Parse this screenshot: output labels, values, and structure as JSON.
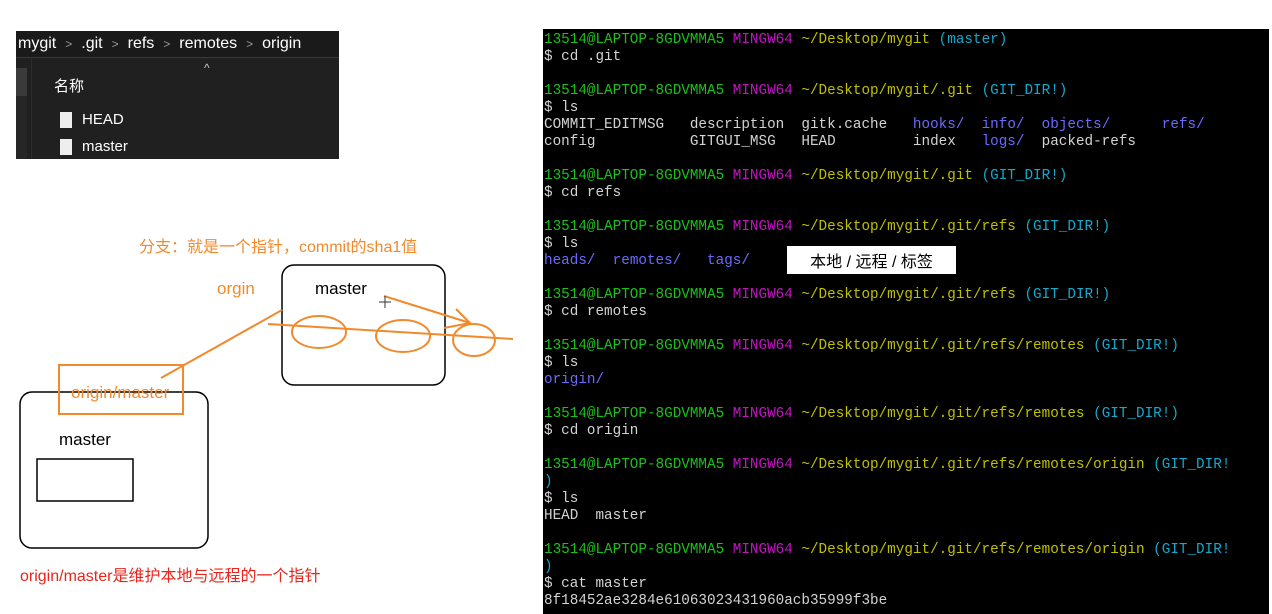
{
  "explorer": {
    "breadcrumb": [
      "mygit",
      ".git",
      "refs",
      "remotes",
      "origin"
    ],
    "column_header": "名称",
    "files": [
      "HEAD",
      "master"
    ]
  },
  "diagram": {
    "branch_note": "分支：就是一个指针，commit的sha1值",
    "orgin_label": "orgin",
    "remote_box_label": "master",
    "origin_master_label": "origin/master",
    "local_box_label": "master",
    "bottom_note": "origin/master是维护本地与远程的一个指针"
  },
  "terminal": {
    "colors": {
      "user": "#19c119",
      "mingw": "#c214c2",
      "path": "#c0c000",
      "branch": "#14a9cc",
      "dir": "#6a6aff",
      "text": "#d3d3d3"
    },
    "lines": [
      [
        {
          "t": "13514@LAPTOP-8GDVMMA5 ",
          "c": "user"
        },
        {
          "t": "MINGW64 ",
          "c": "mingw"
        },
        {
          "t": "~/Desktop/mygit ",
          "c": "path"
        },
        {
          "t": "(master)",
          "c": "branch"
        }
      ],
      [
        {
          "t": "$ cd .git",
          "c": "text"
        }
      ],
      [],
      [
        {
          "t": "13514@LAPTOP-8GDVMMA5 ",
          "c": "user"
        },
        {
          "t": "MINGW64 ",
          "c": "mingw"
        },
        {
          "t": "~/Desktop/mygit/.git ",
          "c": "path"
        },
        {
          "t": "(GIT_DIR!)",
          "c": "branch"
        }
      ],
      [
        {
          "t": "$ ls",
          "c": "text"
        }
      ],
      [
        {
          "t": "COMMIT_EDITMSG   description  gitk.cache   ",
          "c": "text"
        },
        {
          "t": "hooks/",
          "c": "dir"
        },
        {
          "t": "  ",
          "c": "text"
        },
        {
          "t": "info/",
          "c": "dir"
        },
        {
          "t": "  ",
          "c": "text"
        },
        {
          "t": "objects/",
          "c": "dir"
        },
        {
          "t": "      ",
          "c": "text"
        },
        {
          "t": "refs/",
          "c": "dir"
        }
      ],
      [
        {
          "t": "config           GITGUI_MSG   HEAD         index   ",
          "c": "text"
        },
        {
          "t": "logs/",
          "c": "dir"
        },
        {
          "t": "  packed-refs",
          "c": "text"
        }
      ],
      [],
      [
        {
          "t": "13514@LAPTOP-8GDVMMA5 ",
          "c": "user"
        },
        {
          "t": "MINGW64 ",
          "c": "mingw"
        },
        {
          "t": "~/Desktop/mygit/.git ",
          "c": "path"
        },
        {
          "t": "(GIT_DIR!)",
          "c": "branch"
        }
      ],
      [
        {
          "t": "$ cd refs",
          "c": "text"
        }
      ],
      [],
      [
        {
          "t": "13514@LAPTOP-8GDVMMA5 ",
          "c": "user"
        },
        {
          "t": "MINGW64 ",
          "c": "mingw"
        },
        {
          "t": "~/Desktop/mygit/.git/refs ",
          "c": "path"
        },
        {
          "t": "(GIT_DIR!)",
          "c": "branch"
        }
      ],
      [
        {
          "t": "$ ls",
          "c": "text"
        }
      ],
      [
        {
          "t": "heads/",
          "c": "dir"
        },
        {
          "t": "  ",
          "c": "text"
        },
        {
          "t": "remotes/",
          "c": "dir"
        },
        {
          "t": "   ",
          "c": "text"
        },
        {
          "t": "tags/",
          "c": "dir"
        }
      ],
      [],
      [
        {
          "t": "13514@LAPTOP-8GDVMMA5 ",
          "c": "user"
        },
        {
          "t": "MINGW64 ",
          "c": "mingw"
        },
        {
          "t": "~/Desktop/mygit/.git/refs ",
          "c": "path"
        },
        {
          "t": "(GIT_DIR!)",
          "c": "branch"
        }
      ],
      [
        {
          "t": "$ cd remotes",
          "c": "text"
        }
      ],
      [],
      [
        {
          "t": "13514@LAPTOP-8GDVMMA5 ",
          "c": "user"
        },
        {
          "t": "MINGW64 ",
          "c": "mingw"
        },
        {
          "t": "~/Desktop/mygit/.git/refs/remotes ",
          "c": "path"
        },
        {
          "t": "(GIT_DIR!)",
          "c": "branch"
        }
      ],
      [
        {
          "t": "$ ls",
          "c": "text"
        }
      ],
      [
        {
          "t": "origin/",
          "c": "dir"
        }
      ],
      [],
      [
        {
          "t": "13514@LAPTOP-8GDVMMA5 ",
          "c": "user"
        },
        {
          "t": "MINGW64 ",
          "c": "mingw"
        },
        {
          "t": "~/Desktop/mygit/.git/refs/remotes ",
          "c": "path"
        },
        {
          "t": "(GIT_DIR!)",
          "c": "branch"
        }
      ],
      [
        {
          "t": "$ cd origin",
          "c": "text"
        }
      ],
      [],
      [
        {
          "t": "13514@LAPTOP-8GDVMMA5 ",
          "c": "user"
        },
        {
          "t": "MINGW64 ",
          "c": "mingw"
        },
        {
          "t": "~/Desktop/mygit/.git/refs/remotes/origin ",
          "c": "path"
        },
        {
          "t": "(GIT_DIR!",
          "c": "branch"
        }
      ],
      [
        {
          "t": ")",
          "c": "branch"
        }
      ],
      [
        {
          "t": "$ ls",
          "c": "text"
        }
      ],
      [
        {
          "t": "HEAD  master",
          "c": "text"
        }
      ],
      [],
      [
        {
          "t": "13514@LAPTOP-8GDVMMA5 ",
          "c": "user"
        },
        {
          "t": "MINGW64 ",
          "c": "mingw"
        },
        {
          "t": "~/Desktop/mygit/.git/refs/remotes/origin ",
          "c": "path"
        },
        {
          "t": "(GIT_DIR!",
          "c": "branch"
        }
      ],
      [
        {
          "t": ")",
          "c": "branch"
        }
      ],
      [
        {
          "t": "$ cat master",
          "c": "text"
        }
      ],
      [
        {
          "t": "8f18452ae3284e61063023431960acb35999f3be",
          "c": "text"
        }
      ]
    ],
    "legend_label": "本地 / 远程 / 标签"
  }
}
